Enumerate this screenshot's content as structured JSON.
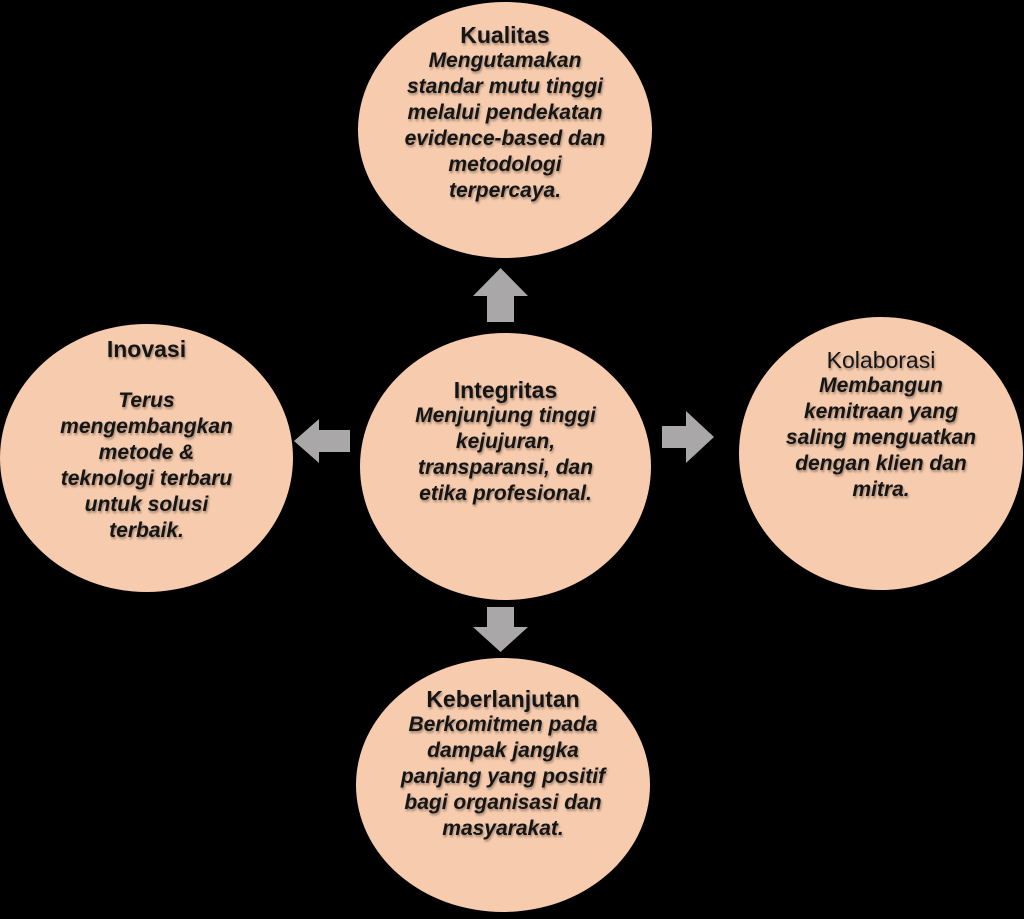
{
  "colors": {
    "background": "#000000",
    "circle_fill": "#F7CBAD",
    "arrow": "#A9A7A7",
    "text": "#151515"
  },
  "nodes": {
    "top": {
      "title": "Kualitas",
      "body": "Mengutamakan\nstandar mutu tinggi\nmelalui pendekatan\nevidence-based dan\nmetodologi\nterpercaya."
    },
    "left": {
      "title": "Inovasi",
      "body": "Terus\nmengembangkan\nmetode &\nteknologi terbaru\nuntuk solusi\nterbaik."
    },
    "center": {
      "title": "Integritas",
      "body": "Menjunjung tinggi\nkejujuran,\ntransparansi, dan\netika profesional."
    },
    "right": {
      "title": "Kolaborasi",
      "body": "Membangun\nkemitraan yang\nsaling menguatkan\ndengan klien dan\nmitra."
    },
    "bottom": {
      "title": "Keberlanjutan",
      "body": "Berkomitmen pada\ndampak jangka\npanjang yang positif\nbagi organisasi dan\nmasyarakat."
    }
  }
}
